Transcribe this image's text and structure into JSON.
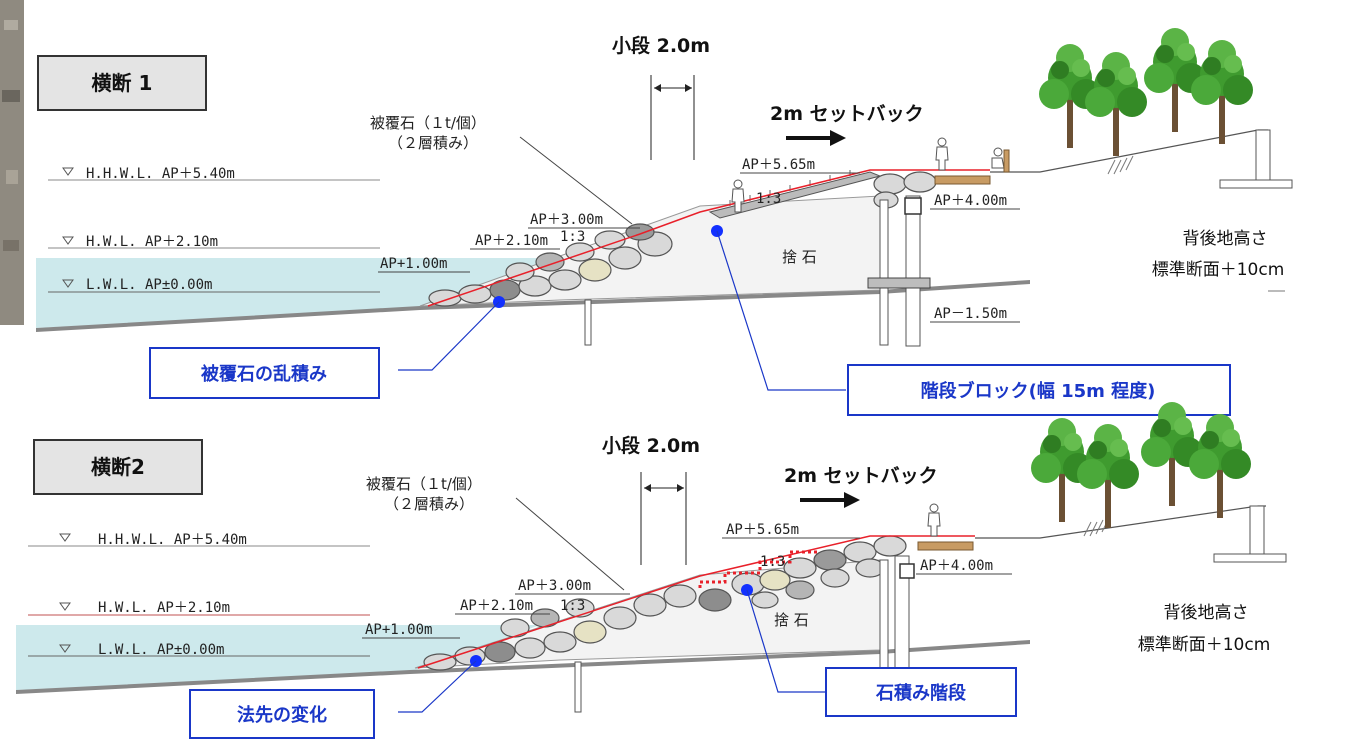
{
  "sections": [
    {
      "title": "横断 1",
      "berm_label": "小段 2.0m",
      "setback_label": "2m セットバック",
      "armor_label_1": "被覆石（１t/個）",
      "armor_label_2": "（２層積み）",
      "levels": {
        "hhwl": "H.H.W.L.  AP＋5.40m",
        "hwl": "H.W.L.  AP＋2.10m",
        "lwl": "L.W.L.  AP±0.00m"
      },
      "elevations": {
        "top": "AP＋5.65m",
        "ap300": "AP＋3.00m",
        "ap210": "AP＋2.10m",
        "ap100": "AP+1.00m",
        "ap400": "AP＋4.00m",
        "ap_minus150": "AP－1.50m"
      },
      "slope_upper": "1:3",
      "slope_lower": "1:3",
      "fill_label": "捨 石",
      "right_label_1": "背後地高さ",
      "right_label_2": "標準断面＋10cm",
      "callouts": [
        "被覆石の乱積み",
        "階段ブロック(幅 15m 程度)"
      ]
    },
    {
      "title": "横断2",
      "berm_label": "小段 2.0m",
      "setback_label": "2m セットバック",
      "armor_label_1": "被覆石（１t/個）",
      "armor_label_2": "（２層積み）",
      "levels": {
        "hhwl": "H.H.W.L.  AP＋5.40m",
        "hwl": "H.W.L.  AP＋2.10m",
        "lwl": "L.W.L.  AP±0.00m"
      },
      "elevations": {
        "top": "AP＋5.65m",
        "ap300": "AP＋3.00m",
        "ap210": "AP＋2.10m",
        "ap100": "AP+1.00m",
        "ap400": "AP＋4.00m"
      },
      "slope_upper": "1:3",
      "slope_lower": "1:3",
      "fill_label": "捨 石",
      "right_label_1": "背後地高さ",
      "right_label_2": "標準断面＋10cm",
      "callouts": [
        "法先の変化",
        "石積み階段"
      ]
    }
  ],
  "colors": {
    "water": "#cde9ec",
    "callout_border": "#1a37c8",
    "callout_dot": "#1230ff",
    "highlight_line": "#e8202a",
    "tree_green": "#3f9b2f",
    "section_label_bg": "#e4e4e4"
  }
}
